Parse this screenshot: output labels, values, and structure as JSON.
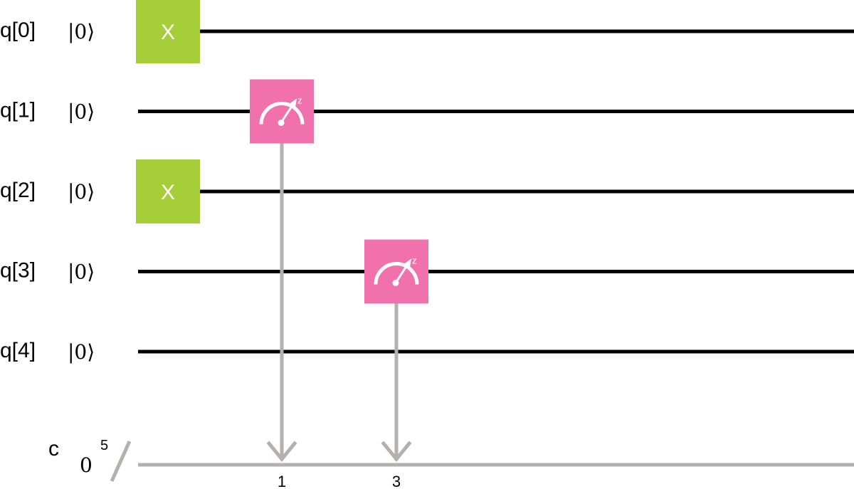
{
  "qubits": [
    {
      "label": "q[0]",
      "init": "|0⟩"
    },
    {
      "label": "q[1]",
      "init": "|0⟩"
    },
    {
      "label": "q[2]",
      "init": "|0⟩"
    },
    {
      "label": "q[3]",
      "init": "|0⟩"
    },
    {
      "label": "q[4]",
      "init": "|0⟩"
    }
  ],
  "classical_register": {
    "label": "c",
    "init": "0",
    "size": "5"
  },
  "gates": [
    {
      "type": "X",
      "label": "X",
      "qubit": 0,
      "step": 0,
      "color": "#a6ce39"
    },
    {
      "type": "X",
      "label": "X",
      "qubit": 2,
      "step": 0,
      "color": "#a6ce39"
    },
    {
      "type": "measure",
      "qubit": 1,
      "step": 1,
      "cbit": "1",
      "basis": "z",
      "color": "#f071ab"
    },
    {
      "type": "measure",
      "qubit": 3,
      "step": 2,
      "cbit": "3",
      "basis": "z",
      "color": "#f071ab"
    }
  ],
  "colors": {
    "wire": "#000000",
    "classical_wire": "#b3b0ae",
    "x_gate": "#a6ce39",
    "measure_gate": "#f071ab"
  }
}
